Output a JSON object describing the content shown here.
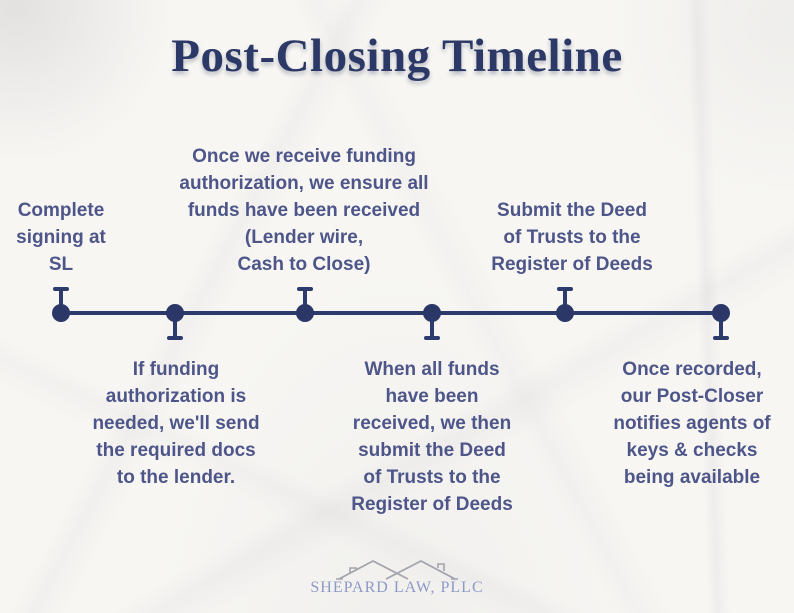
{
  "header": {
    "title": "Post-Closing Timeline"
  },
  "timeline": {
    "events": [
      {
        "position": "above",
        "text": "Complete\nsigning at\nSL"
      },
      {
        "position": "below",
        "text": "If funding\nauthorization is\nneeded, we'll send\nthe required docs\nto the lender."
      },
      {
        "position": "above",
        "text": "Once we receive funding\nauthorization, we ensure all\nfunds have been received\n(Lender wire,\nCash to Close)"
      },
      {
        "position": "below",
        "text": "When all funds\nhave been\nreceived, we then\nsubmit the Deed\nof Trusts to the\nRegister of Deeds"
      },
      {
        "position": "above",
        "text": "Submit the Deed\nof Trusts to the\nRegister of Deeds"
      },
      {
        "position": "below",
        "text": "Once recorded,\nour Post-Closer\nnotifies agents of\nkeys & checks\nbeing available"
      }
    ]
  },
  "footer": {
    "logo_text": "SHEPARD LAW, PLLC"
  },
  "colors": {
    "title_navy": "#2c3866",
    "timeline_navy": "#2c3a6c",
    "body_text_slate": "#4e5689",
    "background_paper": "#f7f6f3",
    "logo_text_blue": "#8e9ac6",
    "roof_gray": "#a3a4ac"
  }
}
